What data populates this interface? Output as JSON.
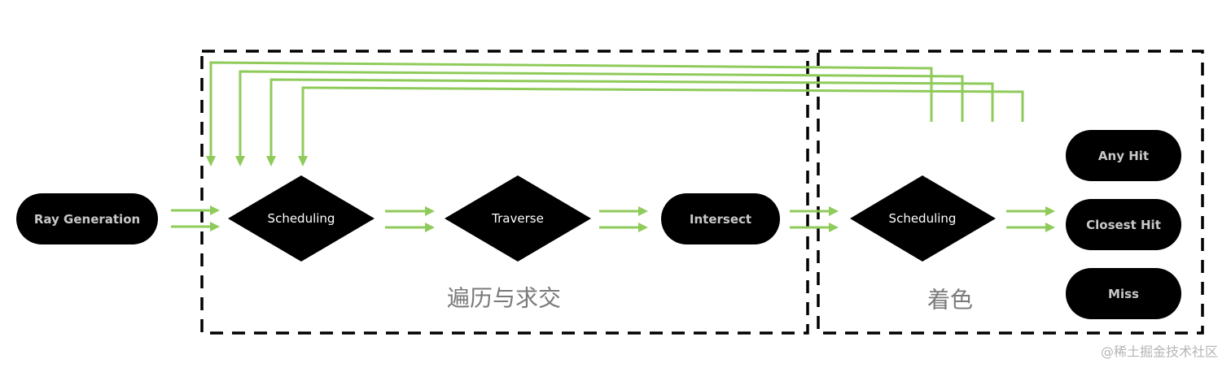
{
  "diagram": {
    "title": "Ray tracing pipeline",
    "colors": {
      "node_fill": "#000000",
      "pill_text": "#c8c8c8",
      "diamond_text": "#ffffff",
      "arrow": "#8fcb5a",
      "region_border": "#000000",
      "region_label": "#7a7a7a",
      "watermark": "#b5b5b5"
    },
    "nodes": {
      "ray_generation": {
        "label": "Ray Generation",
        "shape": "pill"
      },
      "scheduling_1": {
        "label": "Scheduling",
        "shape": "diamond"
      },
      "traverse": {
        "label": "Traverse",
        "shape": "diamond"
      },
      "intersect": {
        "label": "Intersect",
        "shape": "pill"
      },
      "scheduling_2": {
        "label": "Scheduling",
        "shape": "diamond"
      },
      "any_hit": {
        "label": "Any Hit",
        "shape": "pill"
      },
      "closest_hit": {
        "label": "Closest Hit",
        "shape": "pill"
      },
      "miss": {
        "label": "Miss",
        "shape": "pill"
      }
    },
    "regions": {
      "traversal": {
        "label": "遍历与求交"
      },
      "shading": {
        "label": "着色"
      }
    },
    "edges": [
      {
        "from": "ray_generation",
        "to": "scheduling_1",
        "count": 2
      },
      {
        "from": "scheduling_1",
        "to": "traverse",
        "count": 2
      },
      {
        "from": "traverse",
        "to": "intersect",
        "count": 2
      },
      {
        "from": "intersect",
        "to": "scheduling_2",
        "count": 2
      },
      {
        "from": "scheduling_2",
        "to": "closest_hit",
        "count": 2
      },
      {
        "from": "shading",
        "to": "scheduling_1",
        "count": 4,
        "type": "feedback"
      }
    ],
    "watermark": "@稀土掘金技术社区"
  }
}
